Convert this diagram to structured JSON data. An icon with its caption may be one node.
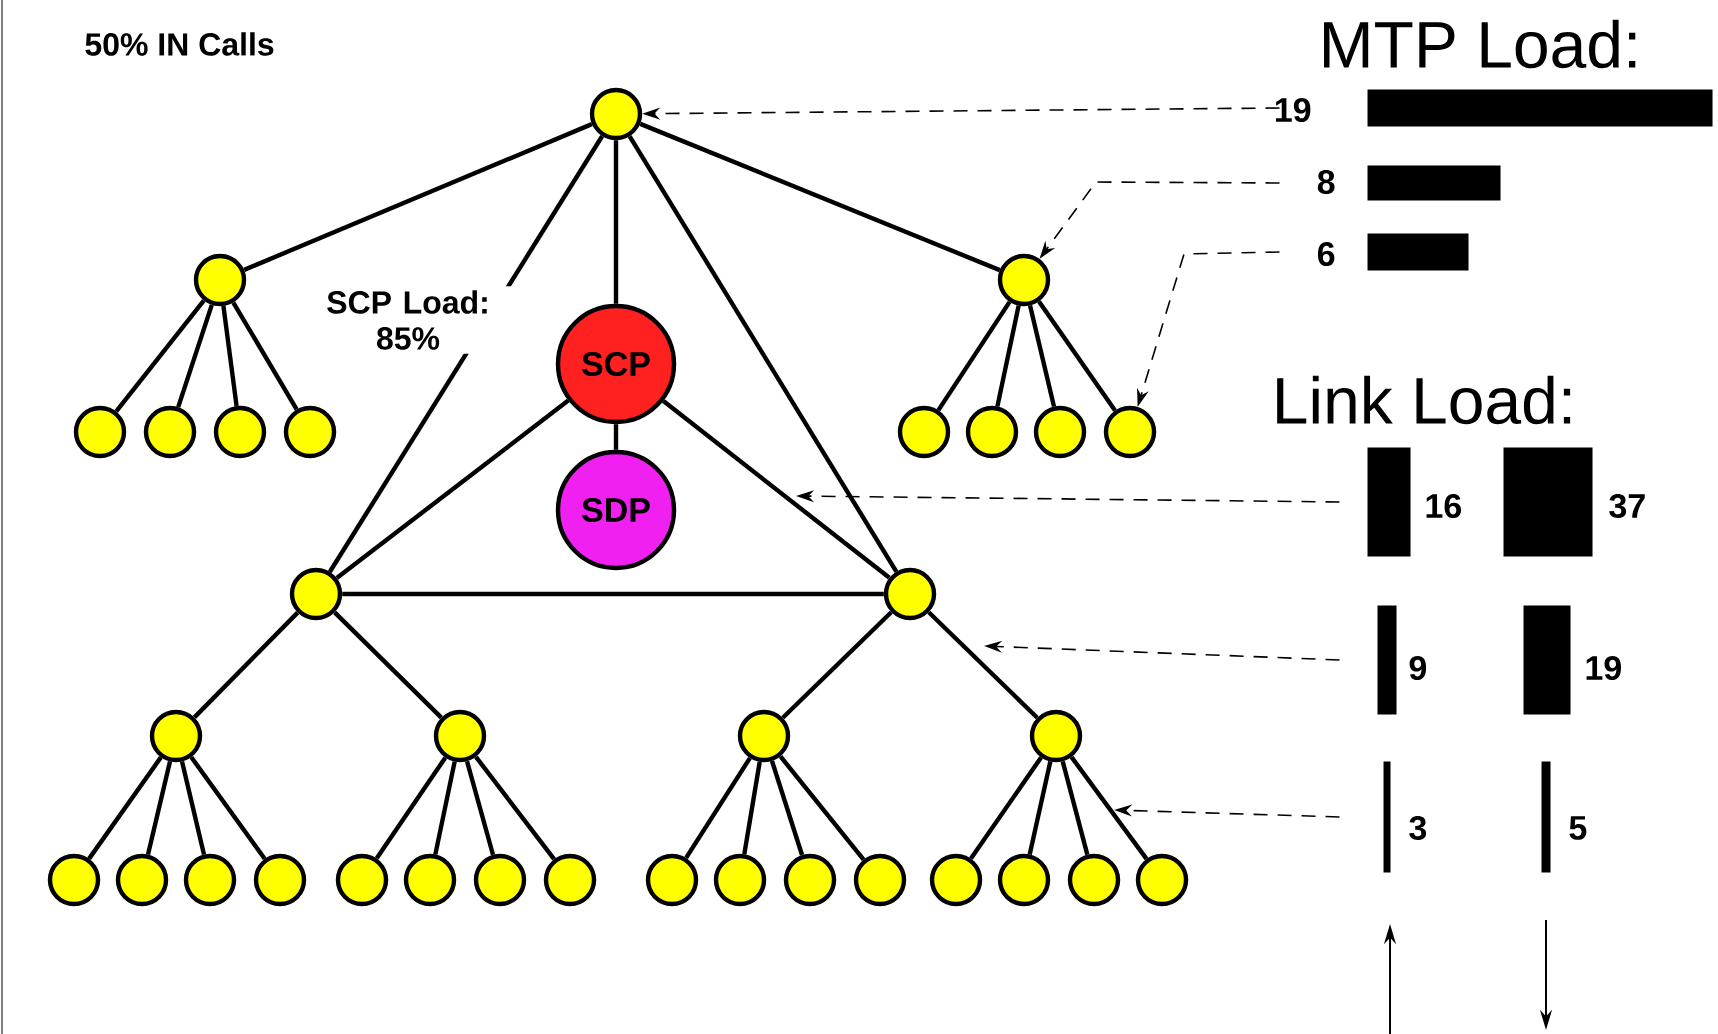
{
  "diagram": {
    "nodes": [
      {
        "text": [],
        "shape": "circle"
      },
      {
        "text": [],
        "shape": "circle"
      },
      {
        "text": [],
        "shape": "circle"
      },
      {
        "text": [],
        "shape": "circle"
      },
      {
        "text": [],
        "shape": "circle"
      },
      {
        "text": [],
        "shape": "circle"
      },
      {
        "text": [],
        "shape": "circle"
      },
      {
        "text": [],
        "shape": "circle"
      },
      {
        "text": [],
        "shape": "circle"
      },
      {
        "text": [],
        "shape": "circle"
      },
      {
        "text": [],
        "shape": "circle"
      },
      {
        "text": [
          "SCP"
        ]
      },
      {
        "text": [
          "SDP"
        ]
      },
      {
        "text": [],
        "shape": "circle"
      },
      {
        "text": [],
        "shape": "circle"
      },
      {
        "text": [],
        "shape": "circle"
      },
      {
        "text": [],
        "shape": "circle"
      },
      {
        "text": [],
        "shape": "circle"
      },
      {
        "text": [],
        "shape": "circle"
      },
      {
        "text": [],
        "shape": "circle"
      },
      {
        "text": [],
        "shape": "circle"
      },
      {
        "text": [],
        "shape": "circle"
      },
      {
        "text": [],
        "shape": "circle"
      },
      {
        "text": [],
        "shape": "circle"
      },
      {
        "text": [],
        "shape": "circle"
      },
      {
        "text": [],
        "shape": "circle"
      },
      {
        "text": [],
        "shape": "circle"
      },
      {
        "text": [],
        "shape": "circle"
      },
      {
        "text": [],
        "shape": "circle"
      },
      {
        "text": [],
        "shape": "circle"
      },
      {
        "text": [],
        "shape": "circle"
      },
      {
        "text": [],
        "shape": "circle"
      },
      {
        "text": [],
        "shape": "circle"
      },
      {
        "text": [],
        "shape": "circle"
      },
      {
        "text": [],
        "shape": "circle"
      },
      {
        "text": [],
        "shape": "bar",
        "beside": [
          "19"
        ]
      },
      {
        "text": [],
        "shape": "bar",
        "beside": [
          "8"
        ]
      },
      {
        "text": [],
        "shape": "bar",
        "beside": [
          "6"
        ]
      },
      {
        "text": [],
        "shape": "bar",
        "beside": [
          "16"
        ]
      },
      {
        "text": [],
        "shape": "bar",
        "beside": [
          "37"
        ]
      },
      {
        "text": [],
        "shape": "bar",
        "beside": [
          "9"
        ]
      },
      {
        "text": [],
        "shape": "bar",
        "beside": [
          "19"
        ]
      },
      {
        "text": [],
        "shape": "bar",
        "beside": [
          "3"
        ]
      },
      {
        "text": [],
        "shape": "bar",
        "beside": [
          "5"
        ]
      }
    ],
    "edges": [
      {
        "from": 0,
        "to": 1,
        "arrow": "none"
      },
      {
        "from": 0,
        "to": 6,
        "arrow": "none"
      },
      {
        "from": 0,
        "to": 11,
        "arrow": "none"
      },
      {
        "from": 0,
        "to": 13,
        "arrow": "none"
      },
      {
        "from": 0,
        "to": 14,
        "arrow": "none"
      },
      {
        "from": 1,
        "to": 2,
        "arrow": "none"
      },
      {
        "from": 1,
        "to": 3,
        "arrow": "none"
      },
      {
        "from": 1,
        "to": 4,
        "arrow": "none"
      },
      {
        "from": 1,
        "to": 5,
        "arrow": "none"
      },
      {
        "from": 6,
        "to": 7,
        "arrow": "none"
      },
      {
        "from": 6,
        "to": 8,
        "arrow": "none"
      },
      {
        "from": 6,
        "to": 9,
        "arrow": "none"
      },
      {
        "from": 6,
        "to": 10,
        "arrow": "none"
      },
      {
        "from": 11,
        "to": 12,
        "arrow": "none"
      },
      {
        "from": 11,
        "to": 13,
        "arrow": "none"
      },
      {
        "from": 11,
        "to": 14,
        "arrow": "none"
      },
      {
        "from": 13,
        "to": 14,
        "arrow": "none"
      },
      {
        "from": 13,
        "to": 15,
        "arrow": "none"
      },
      {
        "from": 13,
        "to": 20,
        "arrow": "none"
      },
      {
        "from": 14,
        "to": 25,
        "arrow": "none"
      },
      {
        "from": 14,
        "to": 30,
        "arrow": "none"
      },
      {
        "from": 15,
        "to": 16,
        "arrow": "none"
      },
      {
        "from": 15,
        "to": 17,
        "arrow": "none"
      },
      {
        "from": 15,
        "to": 18,
        "arrow": "none"
      },
      {
        "from": 15,
        "to": 19,
        "arrow": "none"
      },
      {
        "from": 20,
        "to": 21,
        "arrow": "none"
      },
      {
        "from": 20,
        "to": 22,
        "arrow": "none"
      },
      {
        "from": 20,
        "to": 23,
        "arrow": "none"
      },
      {
        "from": 20,
        "to": 24,
        "arrow": "none"
      },
      {
        "from": 25,
        "to": 26,
        "arrow": "none"
      },
      {
        "from": 25,
        "to": 27,
        "arrow": "none"
      },
      {
        "from": 25,
        "to": 28,
        "arrow": "none"
      },
      {
        "from": 25,
        "to": 29,
        "arrow": "none"
      },
      {
        "from": 30,
        "to": 31,
        "arrow": "none"
      },
      {
        "from": 30,
        "to": 32,
        "arrow": "none"
      },
      {
        "from": 30,
        "to": 33,
        "arrow": "none"
      },
      {
        "from": 30,
        "to": 34,
        "arrow": "none"
      },
      {
        "from": 35,
        "to": 0,
        "arrow": "to",
        "style": "dashed"
      },
      {
        "from": 36,
        "to": 6,
        "arrow": "to",
        "style": "dashed"
      },
      {
        "from": 37,
        "to": 10,
        "arrow": "to",
        "style": "dashed"
      },
      {
        "from": 38,
        "to": null,
        "arrow": "to",
        "style": "dashed"
      },
      {
        "from": 40,
        "to": null,
        "arrow": "to",
        "style": "dashed"
      },
      {
        "from": 42,
        "to": null,
        "arrow": "to",
        "style": "dashed"
      }
    ],
    "labels": [
      "50% IN Calls",
      "SCP Load: 85%",
      "MTP Load:",
      "Link Load:"
    ]
  }
}
